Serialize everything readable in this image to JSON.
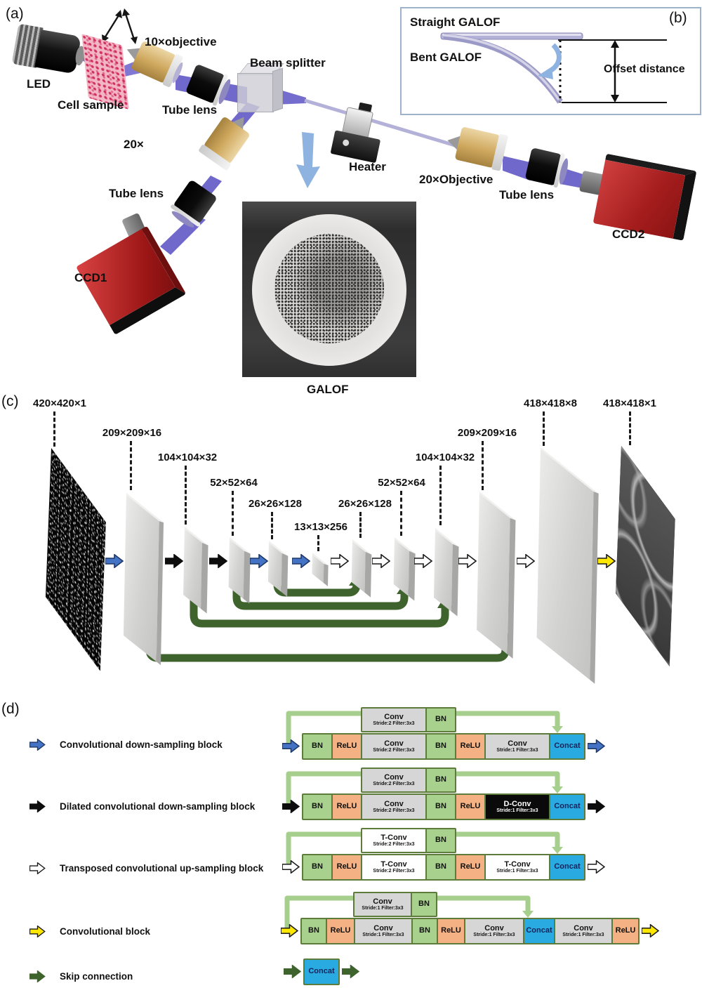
{
  "panel_a": {
    "label": "(a)",
    "led_label": "LED",
    "cell_sample_label": "Cell sample",
    "objective10_label": "10×objective",
    "tube_lens_label_1": "Tube lens",
    "beam_splitter_label": "Beam splitter",
    "mag20_label": "20×",
    "tube_lens_label_2": "Tube lens",
    "heater_label": "Heater",
    "objective20_label": "20×Objective",
    "tube_lens_label_3": "Tube lens",
    "ccd1_label": "CCD1",
    "ccd2_label": "CCD2",
    "galof_label": "GALOF"
  },
  "panel_b": {
    "label": "(b)",
    "straight_label": "Straight GALOF",
    "bent_label": "Bent GALOF",
    "offset_label": "Offset distance"
  },
  "panel_c": {
    "label": "(c)",
    "dims": [
      {
        "label": "420×420×1"
      },
      {
        "label": "209×209×16"
      },
      {
        "label": "104×104×32"
      },
      {
        "label": "52×52×64"
      },
      {
        "label": "26×26×128"
      },
      {
        "label": "13×13×256"
      },
      {
        "label": "26×26×128"
      },
      {
        "label": "52×52×64"
      },
      {
        "label": "104×104×32"
      },
      {
        "label": "209×209×16"
      },
      {
        "label": "418×418×8"
      },
      {
        "label": "418×418×1"
      }
    ],
    "arrow_sequence": [
      "blue",
      "black",
      "black",
      "blue",
      "blue",
      "white",
      "white",
      "white",
      "white",
      "white",
      "yellow"
    ]
  },
  "panel_d": {
    "label": "(d)",
    "legend": [
      {
        "arrow": "blue",
        "label": "Convolutional down-sampling block"
      },
      {
        "arrow": "black",
        "label": "Dilated convolutional down-sampling block"
      },
      {
        "arrow": "white",
        "label": "Transposed convolutional up-sampling block"
      },
      {
        "arrow": "yellow",
        "label": "Convolutional block"
      },
      {
        "arrow": "green",
        "label": "Skip connection"
      }
    ],
    "rows": [
      {
        "arrow": "blue",
        "top": [
          {
            "text": "Conv",
            "sub": "Stride:2 Filter:3x3",
            "kind": "conv"
          },
          {
            "text": "BN",
            "kind": "bn"
          }
        ],
        "main": [
          {
            "text": "BN",
            "kind": "bn"
          },
          {
            "text": "ReLU",
            "kind": "relu"
          },
          {
            "text": "Conv",
            "sub": "Stride:2 Filter:3x3",
            "kind": "conv"
          },
          {
            "text": "BN",
            "kind": "bn"
          },
          {
            "text": "ReLU",
            "kind": "relu"
          },
          {
            "text": "Conv",
            "sub": "Stride:1 Filter:3x3",
            "kind": "conv"
          },
          {
            "text": "Concat",
            "kind": "concat"
          }
        ]
      },
      {
        "arrow": "black",
        "top": [
          {
            "text": "Conv",
            "sub": "Stride:2 Filter:3x3",
            "kind": "conv"
          },
          {
            "text": "BN",
            "kind": "bn"
          }
        ],
        "main": [
          {
            "text": "BN",
            "kind": "bn"
          },
          {
            "text": "ReLU",
            "kind": "relu"
          },
          {
            "text": "Conv",
            "sub": "Stride:2 Filter:3x3",
            "kind": "conv"
          },
          {
            "text": "BN",
            "kind": "bn"
          },
          {
            "text": "ReLU",
            "kind": "relu"
          },
          {
            "text": "D-Conv",
            "sub": "Stride:1 Filter:3x3",
            "kind": "dconv"
          },
          {
            "text": "Concat",
            "kind": "concat"
          }
        ]
      },
      {
        "arrow": "white",
        "top": [
          {
            "text": "T-Conv",
            "sub": "Stride:2 Filter:3x3",
            "kind": "tconv"
          },
          {
            "text": "BN",
            "kind": "bn"
          }
        ],
        "main": [
          {
            "text": "BN",
            "kind": "bn"
          },
          {
            "text": "ReLU",
            "kind": "relu"
          },
          {
            "text": "T-Conv",
            "sub": "Stride:2 Filter:3x3",
            "kind": "tconv"
          },
          {
            "text": "BN",
            "kind": "bn"
          },
          {
            "text": "ReLU",
            "kind": "relu"
          },
          {
            "text": "T-Conv",
            "sub": "Stride:1 Filter:3x3",
            "kind": "tconv"
          },
          {
            "text": "Concat",
            "kind": "concat"
          }
        ]
      },
      {
        "arrow": "yellow",
        "top": [
          {
            "text": "Conv",
            "sub": "Stride:1 Filter:3x3",
            "kind": "conv"
          },
          {
            "text": "BN",
            "kind": "bn"
          }
        ],
        "main": [
          {
            "text": "BN",
            "kind": "bn"
          },
          {
            "text": "ReLU",
            "kind": "relu"
          },
          {
            "text": "Conv",
            "sub": "Stride:1 Filter:3x3",
            "kind": "conv"
          },
          {
            "text": "BN",
            "kind": "bn"
          },
          {
            "text": "ReLU",
            "kind": "relu"
          },
          {
            "text": "Conv",
            "sub": "Stride:1 Filter:3x3",
            "kind": "conv"
          },
          {
            "text": "Concat",
            "kind": "concat"
          },
          {
            "text": "Conv",
            "sub": "Stride:1 Filter:3x3",
            "kind": "conv"
          },
          {
            "text": "ReLU",
            "kind": "relu"
          }
        ]
      },
      {
        "arrow": "green",
        "main": [
          {
            "text": "Concat",
            "kind": "concat"
          }
        ]
      }
    ]
  },
  "colors": {
    "arrow_blue": "#4472c4",
    "arrow_blue_edge": "#1f3864",
    "arrow_black": "#0d0d0d",
    "arrow_white": "#ffffff",
    "arrow_white_edge": "#1a1a1a",
    "arrow_yellow": "#ffe800",
    "arrow_yellow_edge": "#1a1a1a",
    "skip_green": "#3e632d",
    "connector_green": "#a6ce8c",
    "bn_green": "#a9d18e",
    "relu_orange": "#f4b183",
    "conv_gray": "#d6d6d6",
    "concat_blue": "#29abe2",
    "ccd_red": "#b02020",
    "objective_gold": "#d3b072",
    "beam_purple": "#5d53c4",
    "fiber_lavender": "#b3b1d8"
  }
}
